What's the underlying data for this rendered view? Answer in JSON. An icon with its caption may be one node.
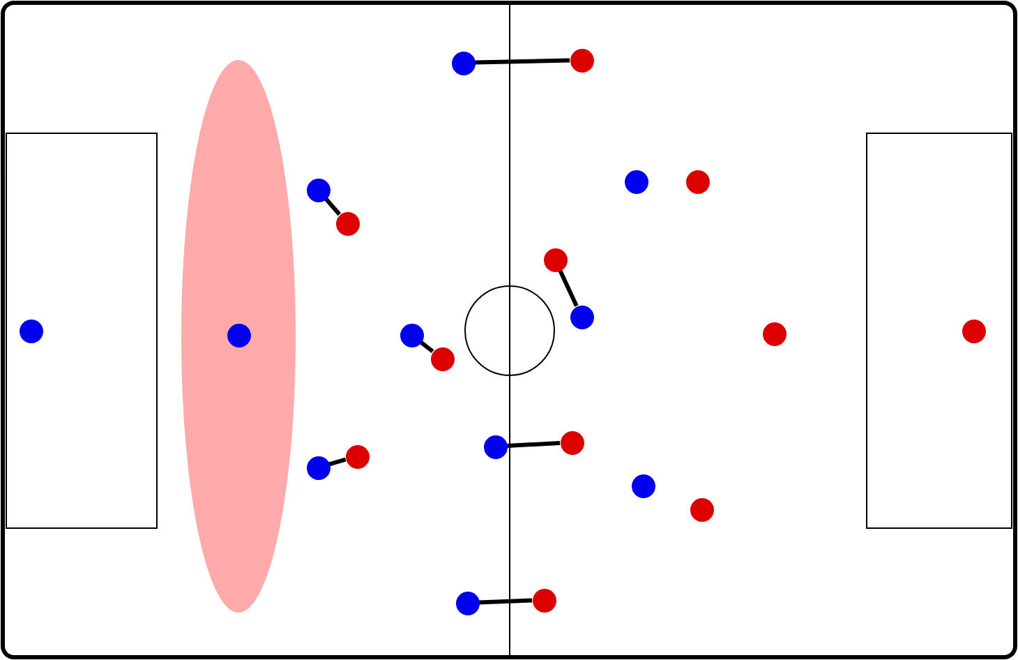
{
  "diagram": {
    "nodes": [
      {
        "text": [],
        "shape": "circle"
      },
      {
        "text": [],
        "shape": "circle"
      },
      {
        "text": [],
        "shape": "circle"
      },
      {
        "text": [],
        "shape": "circle"
      },
      {
        "text": [],
        "shape": "circle"
      },
      {
        "text": [],
        "shape": "circle"
      },
      {
        "text": [],
        "shape": "circle"
      },
      {
        "text": [],
        "shape": "circle"
      },
      {
        "text": [],
        "shape": "circle"
      },
      {
        "text": [],
        "shape": "circle"
      },
      {
        "text": [],
        "shape": "circle"
      },
      {
        "text": [],
        "shape": "circle"
      },
      {
        "text": [],
        "shape": "circle"
      },
      {
        "text": [],
        "shape": "circle"
      },
      {
        "text": [],
        "shape": "circle"
      },
      {
        "text": [],
        "shape": "circle"
      },
      {
        "text": [],
        "shape": "circle"
      },
      {
        "text": [],
        "shape": "circle"
      },
      {
        "text": [],
        "shape": "circle"
      },
      {
        "text": [],
        "shape": "circle"
      },
      {
        "text": [],
        "shape": "circle"
      },
      {
        "text": [],
        "shape": "circle"
      }
    ],
    "edges": [
      {
        "from": 0,
        "to": 1,
        "arrow": "none"
      },
      {
        "from": 2,
        "to": 5,
        "arrow": "none"
      },
      {
        "from": 9,
        "to": 13,
        "arrow": "none"
      },
      {
        "from": 14,
        "to": 15,
        "arrow": "none"
      },
      {
        "from": 6,
        "to": 10,
        "arrow": "none"
      },
      {
        "from": 16,
        "to": 17,
        "arrow": "none"
      },
      {
        "from": 20,
        "to": 21,
        "arrow": "none"
      }
    ]
  }
}
